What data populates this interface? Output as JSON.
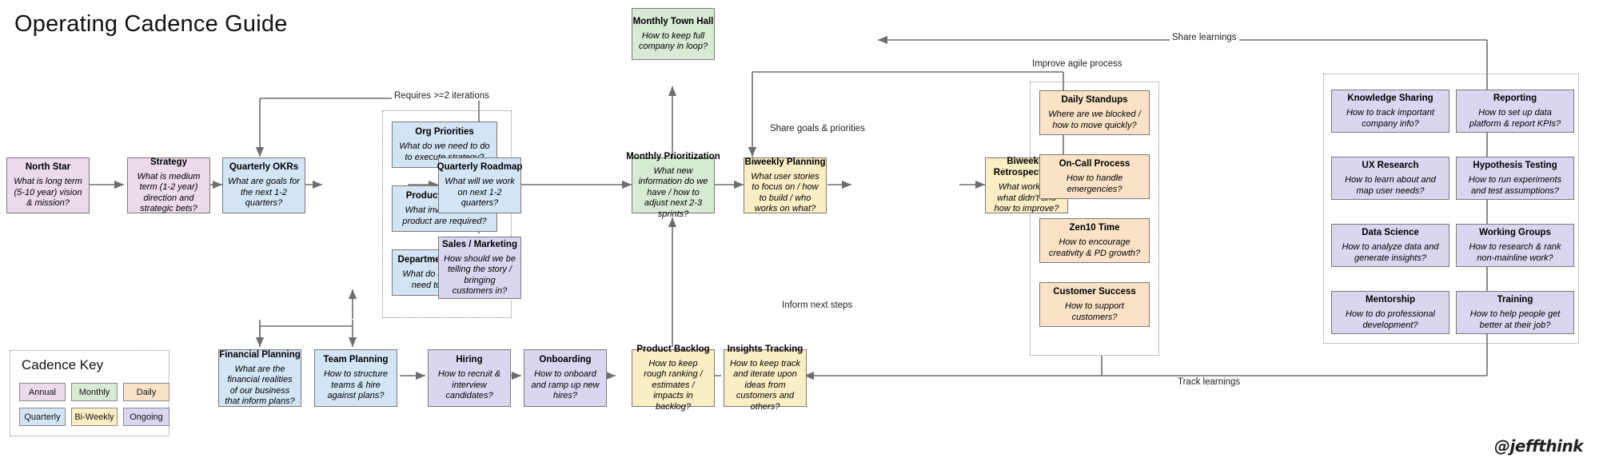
{
  "title": "Operating Cadence Guide",
  "signature": "@jeffthink",
  "cadence_key": {
    "heading": "Cadence Key",
    "items": [
      {
        "label": "Annual",
        "color": "#eadaea"
      },
      {
        "label": "Monthly",
        "color": "#d7ead3"
      },
      {
        "label": "Daily",
        "color": "#fae2c6"
      },
      {
        "label": "Quarterly",
        "color": "#d3e4f5"
      },
      {
        "label": "Bi-Weekly",
        "color": "#fbeec5"
      },
      {
        "label": "Ongoing",
        "color": "#d9d6ef"
      }
    ]
  },
  "nodes": {
    "north_star": {
      "title": "North Star",
      "desc": "What is long term (5-10 year) vision & mission?",
      "cadence": "Annual"
    },
    "strategy": {
      "title": "Strategy",
      "desc": "What is medium term (1-2 year) direction and strategic bets?",
      "cadence": "Annual"
    },
    "quarterly_okrs": {
      "title": "Quarterly OKRs",
      "desc": "What are goals for the next 1-2 quarters?",
      "cadence": "Quarterly"
    },
    "org_priorities": {
      "title": "Org Priorities",
      "desc": "What do we need to do to execute strategy?",
      "cadence": "Quarterly"
    },
    "product_priorities": {
      "title": "Product Priorities",
      "desc": "What investments in product are required?",
      "cadence": "Quarterly"
    },
    "department_priorities": {
      "title": "Department Priorities",
      "desc": "What do departments need to support?",
      "cadence": "Quarterly"
    },
    "quarterly_roadmap": {
      "title": "Quarterly Roadmap",
      "desc": "What will we work on next 1-2 quarters?",
      "cadence": "Quarterly"
    },
    "sales_marketing": {
      "title": "Sales / Marketing",
      "desc": "How should we be telling the story / bringing customers in?",
      "cadence": "Ongoing"
    },
    "monthly_town_hall": {
      "title": "Monthly Town Hall",
      "desc": "How to keep full company in loop?",
      "cadence": "Monthly"
    },
    "monthly_prioritization": {
      "title": "Monthly Prioritization",
      "desc": "What new information do we have / how to adjust next 2-3 sprints?",
      "cadence": "Monthly"
    },
    "biweekly_planning": {
      "title": "Biweekly Planning",
      "desc": "What user stories to focus on / how to build / who works on what?",
      "cadence": "Bi-Weekly"
    },
    "biweekly_retrospectives": {
      "title": "Biweekly Retrospectives",
      "desc": "What worked / what didn't and how to improve?",
      "cadence": "Bi-Weekly"
    },
    "daily_standups": {
      "title": "Daily Standups",
      "desc": "Where are we blocked / how to move quickly?",
      "cadence": "Daily"
    },
    "on_call_process": {
      "title": "On-Call Process",
      "desc": "How to handle emergencies?",
      "cadence": "Daily"
    },
    "zen10_time": {
      "title": "Zen10 Time",
      "desc": "How to encourage creativity & PD growth?",
      "cadence": "Daily"
    },
    "customer_success": {
      "title": "Customer Success",
      "desc": "How to support customers?",
      "cadence": "Daily"
    },
    "financial_planning": {
      "title": "Financial Planning",
      "desc": "What are the financial realities of our business that inform plans?",
      "cadence": "Quarterly"
    },
    "team_planning": {
      "title": "Team Planning",
      "desc": "How to structure teams & hire against plans?",
      "cadence": "Quarterly"
    },
    "hiring": {
      "title": "Hiring",
      "desc": "How to recruit & interview candidates?",
      "cadence": "Ongoing"
    },
    "onboarding": {
      "title": "Onboarding",
      "desc": "How to onboard and ramp up new hires?",
      "cadence": "Ongoing"
    },
    "product_backlog": {
      "title": "Product Backlog",
      "desc": "How to keep rough ranking / estimates / impacts in backlog?",
      "cadence": "Bi-Weekly"
    },
    "insights_tracking": {
      "title": "Insights Tracking",
      "desc": "How to keep track and iterate upon ideas from customers and others?",
      "cadence": "Bi-Weekly"
    },
    "knowledge_sharing": {
      "title": "Knowledge Sharing",
      "desc": "How to track important company info?",
      "cadence": "Ongoing"
    },
    "reporting": {
      "title": "Reporting",
      "desc": "How to set up data platform & report KPIs?",
      "cadence": "Ongoing"
    },
    "ux_research": {
      "title": "UX Research",
      "desc": "How to learn about and map user needs?",
      "cadence": "Ongoing"
    },
    "hypothesis_testing": {
      "title": "Hypothesis Testing",
      "desc": "How to run experiments and test assumptions?",
      "cadence": "Ongoing"
    },
    "data_science": {
      "title": "Data Science",
      "desc": "How to analyze data and generate insights?",
      "cadence": "Ongoing"
    },
    "working_groups": {
      "title": "Working Groups",
      "desc": "How to research & rank non-mainline work?",
      "cadence": "Ongoing"
    },
    "mentorship": {
      "title": "Mentorship",
      "desc": "How to do professional development?",
      "cadence": "Ongoing"
    },
    "training": {
      "title": "Training",
      "desc": "How to help people get better at their job?",
      "cadence": "Ongoing"
    }
  },
  "edge_labels": {
    "requires_iterations": "Requires >=2 iterations",
    "share_learnings": "Share learnings",
    "improve_agile_process": "Improve agile process",
    "share_goals_priorities": "Share goals & priorities",
    "inform_next_steps": "Inform next steps",
    "track_learnings": "Track learnings"
  }
}
